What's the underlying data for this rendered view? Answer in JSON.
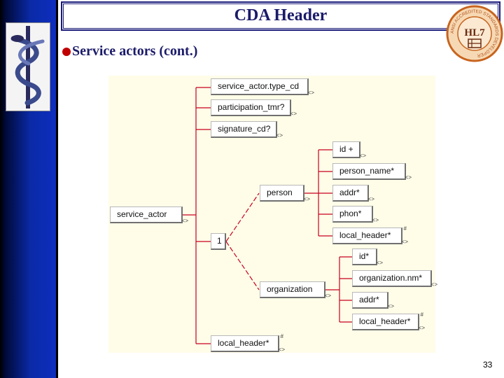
{
  "header": {
    "title": "CDA Header"
  },
  "content": {
    "subtitle": "Service actors (cont.)"
  },
  "seal": {
    "center_text": "HL7",
    "ring_text": "ANSI ACCREDITED STANDARDS DEVELOPER"
  },
  "diagram": {
    "nodes": [
      {
        "id": "service_actor",
        "label": "service_actor"
      },
      {
        "id": "service_actor_type_cd",
        "label": "service_actor.type_cd"
      },
      {
        "id": "participation_tmr",
        "label": "participation_tmr?"
      },
      {
        "id": "signature_cd",
        "label": "signature_cd?"
      },
      {
        "id": "person",
        "label": "person"
      },
      {
        "id": "person_id",
        "label": "id +"
      },
      {
        "id": "person_name",
        "label": "person_name*"
      },
      {
        "id": "person_addr",
        "label": "addr*"
      },
      {
        "id": "person_phon",
        "label": "phon*"
      },
      {
        "id": "person_local_header",
        "label": "local_header*"
      },
      {
        "id": "choice",
        "label": "1"
      },
      {
        "id": "organization",
        "label": "organization"
      },
      {
        "id": "org_id",
        "label": "id*"
      },
      {
        "id": "organization_nm",
        "label": "organization.nm*"
      },
      {
        "id": "org_addr",
        "label": "addr*"
      },
      {
        "id": "org_local_header",
        "label": "local_header*"
      },
      {
        "id": "local_header",
        "label": "local_header*"
      }
    ]
  },
  "footer": {
    "page_number": "33"
  },
  "colors": {
    "title": "#1b1b6a",
    "bullet": "#c00000",
    "sidebar": "#0e2ebe",
    "diagram_bg": "#fffde8",
    "seal": "#c8641e"
  }
}
